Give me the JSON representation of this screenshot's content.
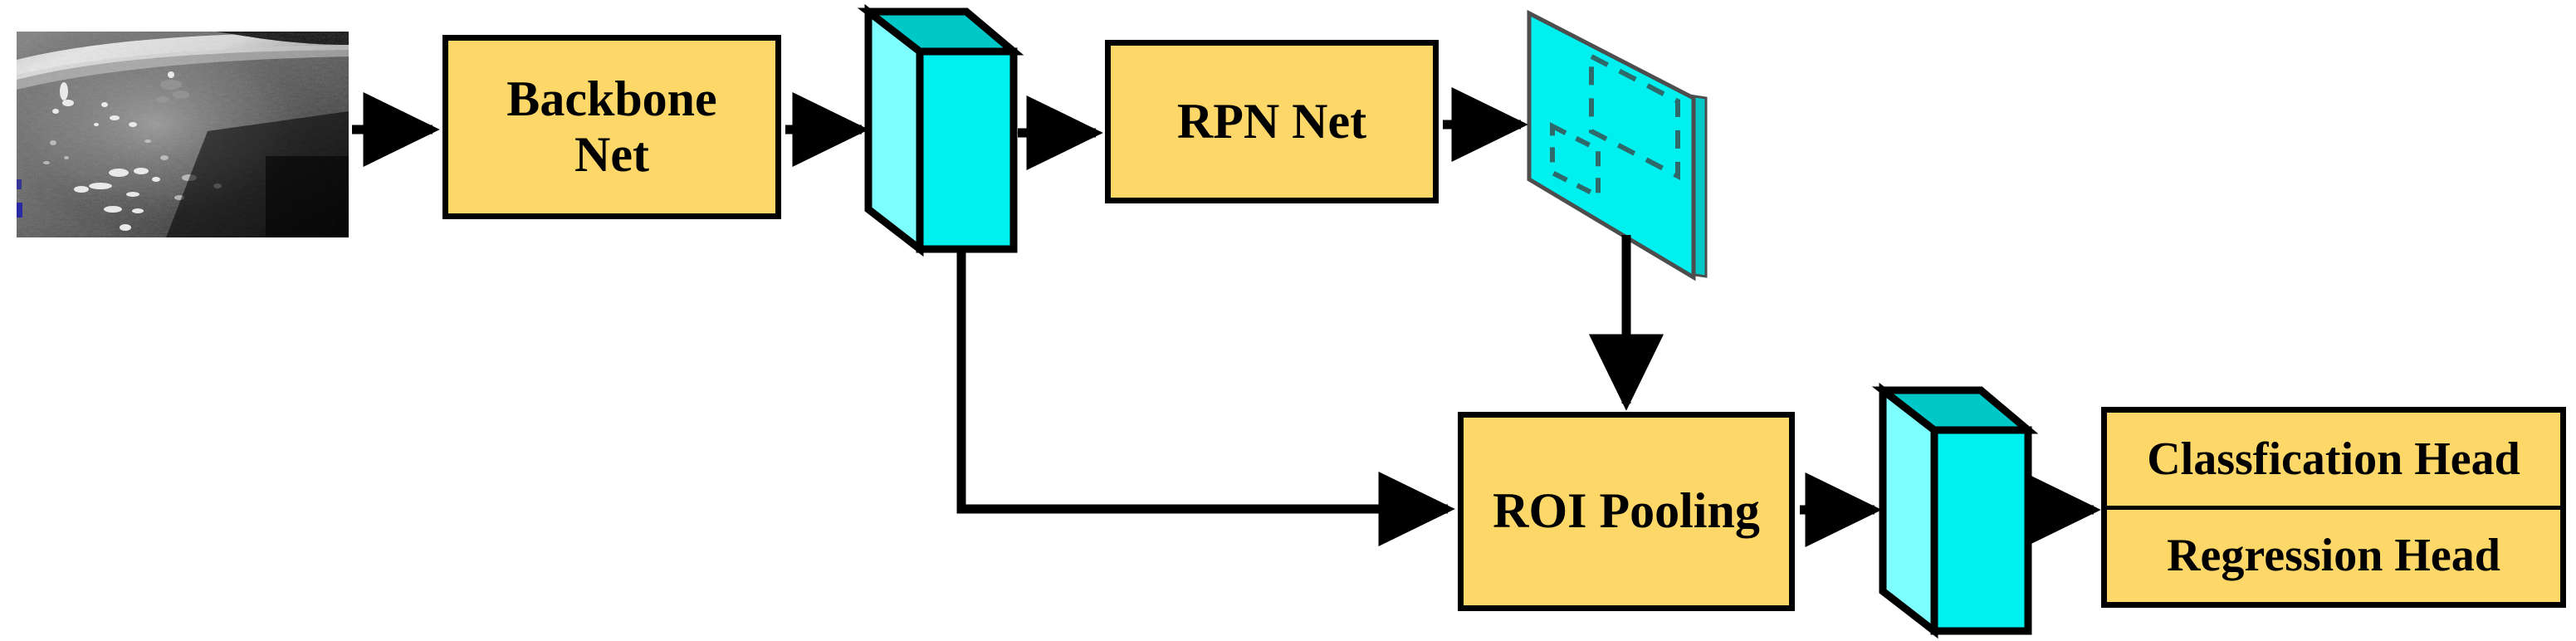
{
  "diagram": {
    "title": "Faster R-CNN style detection pipeline",
    "background_color": "#ffffff",
    "node_fill_color": "#FDD768",
    "node_border_color": "#000000",
    "tensor_front_color": "#00F0F0",
    "tensor_side_color": "#7DFFFF",
    "tensor_top_color": "#00C8C8",
    "edge_color": "#000000"
  },
  "nodes": {
    "input_image": {
      "label": "ultrasound-input-image",
      "kind": "raster-image"
    },
    "backbone": {
      "line1": "Backbone",
      "line2": "Net"
    },
    "feature_cube_1": {
      "label": "feature-tensor"
    },
    "rpn": {
      "line1": "RPN Net"
    },
    "proposal_map": {
      "label": "region-proposal-feature-map",
      "boxes": [
        {
          "name": "proposal-box-large"
        },
        {
          "name": "proposal-box-small"
        }
      ]
    },
    "roi_pooling": {
      "line1": "ROI Pooling"
    },
    "feature_cube_2": {
      "label": "pooled-feature-tensor"
    },
    "heads": {
      "classification": "Classfication Head",
      "regression": "Regression Head"
    }
  },
  "edges": [
    {
      "name": "image-to-backbone",
      "from": "input_image",
      "to": "backbone"
    },
    {
      "name": "backbone-to-cube1",
      "from": "backbone",
      "to": "feature_cube_1"
    },
    {
      "name": "cube1-to-rpn",
      "from": "feature_cube_1",
      "to": "rpn"
    },
    {
      "name": "rpn-to-proposal-map",
      "from": "rpn",
      "to": "proposal_map"
    },
    {
      "name": "proposal-map-to-roi",
      "from": "proposal_map",
      "to": "roi_pooling"
    },
    {
      "name": "cube1-skip-to-roi",
      "from": "feature_cube_1",
      "to": "roi_pooling"
    },
    {
      "name": "roi-to-cube2",
      "from": "roi_pooling",
      "to": "feature_cube_2"
    },
    {
      "name": "cube2-to-heads",
      "from": "feature_cube_2",
      "to": "heads"
    }
  ]
}
